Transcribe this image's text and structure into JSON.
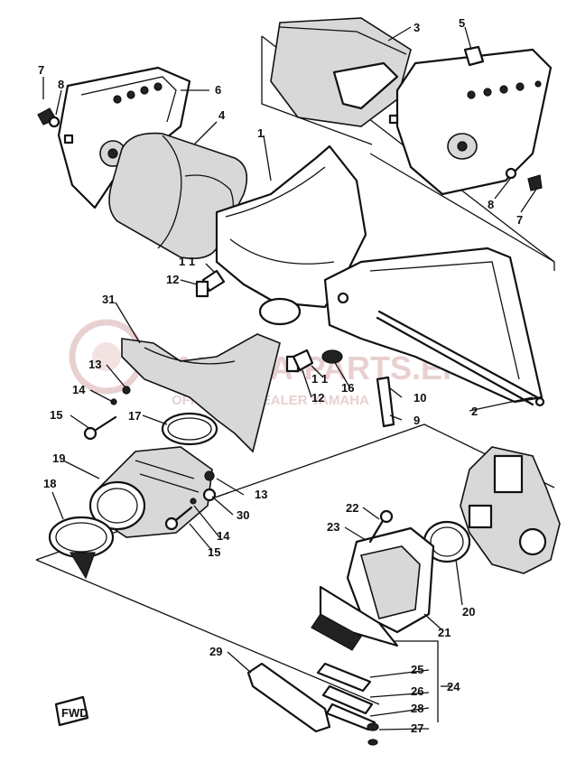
{
  "watermark": {
    "line1": "YAMAHA-PARTS.EP.PL",
    "line2": "OFICJALNY DEALER YAMAHA",
    "color": "#e6c8c8"
  },
  "corner_tag": "FWD",
  "callouts": [
    {
      "id": "1",
      "label": "1"
    },
    {
      "id": "2",
      "label": "2"
    },
    {
      "id": "3",
      "label": "3"
    },
    {
      "id": "4",
      "label": "4"
    },
    {
      "id": "5",
      "label": "5"
    },
    {
      "id": "6",
      "label": "6"
    },
    {
      "id": "7a",
      "label": "7"
    },
    {
      "id": "7b",
      "label": "7"
    },
    {
      "id": "8a",
      "label": "8"
    },
    {
      "id": "8b",
      "label": "8"
    },
    {
      "id": "9",
      "label": "9"
    },
    {
      "id": "10",
      "label": "10"
    },
    {
      "id": "11a",
      "label": "1 1"
    },
    {
      "id": "11b",
      "label": "1 1"
    },
    {
      "id": "12a",
      "label": "12"
    },
    {
      "id": "12b",
      "label": "12"
    },
    {
      "id": "13a",
      "label": "13"
    },
    {
      "id": "13b",
      "label": "13"
    },
    {
      "id": "14a",
      "label": "14"
    },
    {
      "id": "14b",
      "label": "14"
    },
    {
      "id": "15a",
      "label": "15"
    },
    {
      "id": "15b",
      "label": "15"
    },
    {
      "id": "16",
      "label": "16"
    },
    {
      "id": "17",
      "label": "17"
    },
    {
      "id": "18",
      "label": "18"
    },
    {
      "id": "19",
      "label": "19"
    },
    {
      "id": "20",
      "label": "20"
    },
    {
      "id": "21",
      "label": "21"
    },
    {
      "id": "22",
      "label": "22"
    },
    {
      "id": "23",
      "label": "23"
    },
    {
      "id": "24",
      "label": "24"
    },
    {
      "id": "25",
      "label": "25"
    },
    {
      "id": "26",
      "label": "26"
    },
    {
      "id": "27",
      "label": "27"
    },
    {
      "id": "28",
      "label": "28"
    },
    {
      "id": "29",
      "label": "29"
    },
    {
      "id": "30",
      "label": "30"
    },
    {
      "id": "31",
      "label": "31"
    }
  ]
}
